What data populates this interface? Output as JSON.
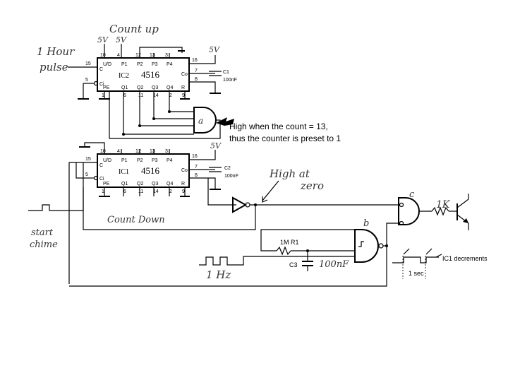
{
  "handwritten": {
    "count_up": "Count up",
    "hour_pulse_line1": "1 Hour",
    "hour_pulse_line2": "pulse",
    "count_down": "Count Down",
    "start_line1": "start",
    "start_line2": "chime",
    "high_at_zero_line1": "High at",
    "high_at_zero_line2": "zero",
    "one_hz": "1 Hz",
    "r_value": "1K",
    "c3_value": "100nF",
    "gate_a": "a",
    "gate_b": "b",
    "gate_c": "c"
  },
  "supply": {
    "v5_a": "5V",
    "v5_b": "5V",
    "v5_c": "5V",
    "v5_d": "5V"
  },
  "ic2": {
    "ref": "IC2",
    "part": "4516",
    "top_pins": [
      "10",
      "4",
      "12",
      "13",
      "3"
    ],
    "top_labels": [
      "U/D",
      "P1",
      "P2",
      "P3",
      "P4"
    ],
    "left_labels": [
      "C",
      "Ci"
    ],
    "left_pins": [
      "15",
      "5"
    ],
    "bottom_labels": [
      "PE",
      "Q1",
      "Q2",
      "Q3",
      "Q4",
      "R"
    ],
    "bottom_pins": [
      "1",
      "6",
      "11",
      "14",
      "2",
      "9"
    ],
    "right_pins": [
      "16",
      "7",
      "8"
    ],
    "co_label": "Co",
    "cap_ref": "C1",
    "cap_value": "100nF"
  },
  "ic1": {
    "ref": "IC1",
    "part": "4516",
    "top_pins": [
      "10",
      "4",
      "12",
      "13",
      "3"
    ],
    "top_labels": [
      "U/D",
      "P1",
      "P2",
      "P3",
      "P4"
    ],
    "left_labels": [
      "C",
      "Ci"
    ],
    "left_pins": [
      "15",
      "5"
    ],
    "bottom_labels": [
      "PE",
      "Q1",
      "Q2",
      "Q3",
      "Q4",
      "R"
    ],
    "bottom_pins": [
      "1",
      "6",
      "11",
      "14",
      "2",
      "9"
    ],
    "right_pins": [
      "16",
      "7",
      "8"
    ],
    "co_label": "Co",
    "cap_ref": "C2",
    "cap_value": "100nF"
  },
  "annotation": {
    "line1": "High when the count = 13,",
    "line2": "thus the counter is preset to 1"
  },
  "rc": {
    "resistor": "1M  R1",
    "capacitor": "C3"
  },
  "timing": {
    "decrements": "IC1 decrements",
    "period": "1 sec"
  }
}
